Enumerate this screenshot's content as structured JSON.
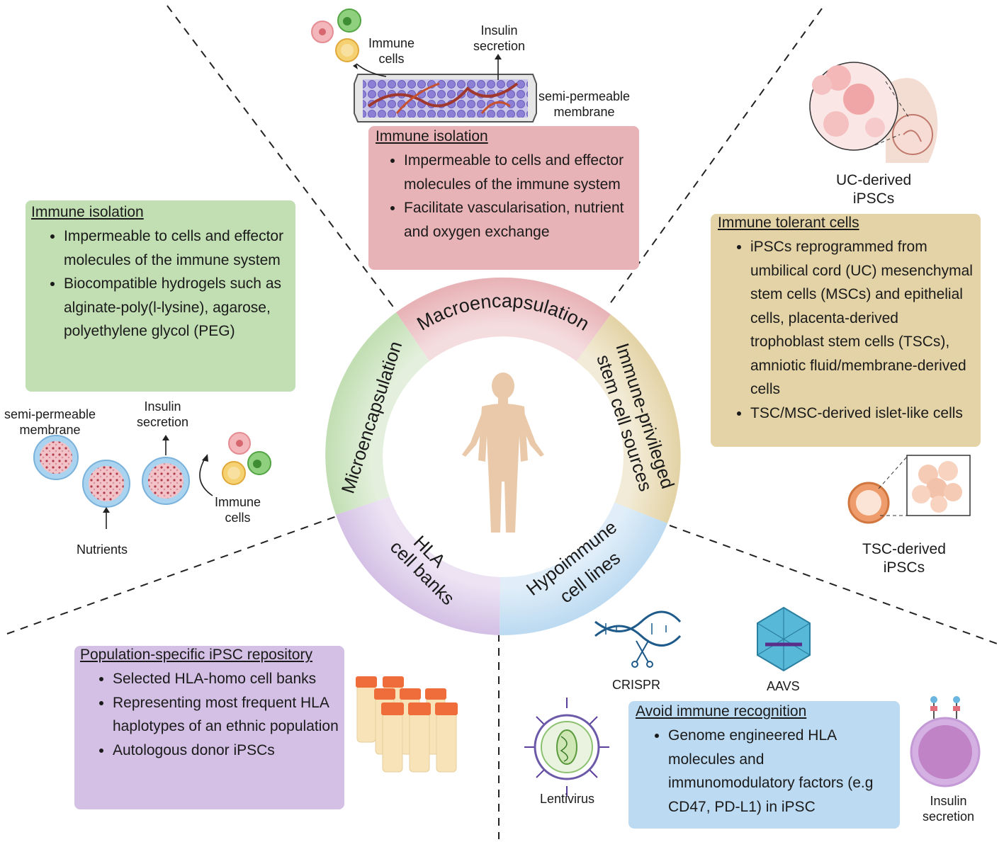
{
  "colors": {
    "macro": "#e8b3b7",
    "micro": "#c2deb3",
    "tolerant": "#e3d3a6",
    "hla": "#d4c0e5",
    "hypo": "#bcdaf1",
    "body": "#e9c9a9"
  },
  "ring": {
    "macro": "Macroencapsulation",
    "micro": "Microencapsulation",
    "priv_line1": "Immune-privileged",
    "priv_line2": "stem cell sources",
    "hla_line1": "HLA",
    "hla_line2": "cell banks",
    "hypo_line1": "Hypoimmune",
    "hypo_line2": "cell lines"
  },
  "macro": {
    "immune_cells": [
      "Immune",
      "cells"
    ],
    "insulin": [
      "Insulin",
      "secretion"
    ],
    "membrane": [
      "semi-permeable",
      "membrane"
    ],
    "box": {
      "title": "Immune isolation",
      "items": [
        "Impermeable to cells and effector molecules of the immune system",
        "Facilitate vascularisation, nutrient and oxygen exchange"
      ]
    }
  },
  "micro": {
    "box": {
      "title": "Immune isolation",
      "items": [
        "Impermeable to cells and effector molecules of the immune system",
        "Biocompatible hydrogels such as alginate-poly(l-lysine), agarose, polyethylene glycol (PEG)"
      ]
    },
    "membrane": [
      "semi-permeable",
      "membrane"
    ],
    "insulin": [
      "Insulin",
      "secretion"
    ],
    "immune_cells": [
      "Immune",
      "cells"
    ],
    "nutrients": "Nutrients"
  },
  "tolerant": {
    "uc_label": [
      "UC-derived",
      "iPSCs"
    ],
    "box": {
      "title": "Immune tolerant cells",
      "items": [
        " iPSCs reprogrammed from umbilical cord (UC) mesenchymal stem cells (MSCs) and epithelial cells, placenta-derived trophoblast stem cells (TSCs), amniotic fluid/membrane-derived cells",
        "TSC/MSC-derived islet-like cells"
      ]
    },
    "tsc_label": [
      "TSC-derived",
      "iPSCs"
    ]
  },
  "hla": {
    "box": {
      "title": "Population-specific iPSC repository",
      "items": [
        "Selected HLA-homo cell banks",
        "Representing most frequent HLA haplotypes of an ethnic population",
        " Autologous donor iPSCs"
      ]
    }
  },
  "hypo": {
    "crispr": "CRISPR",
    "aavs": "AAVS",
    "lentivirus": "Lentivirus",
    "insulin": [
      "Insulin",
      "secretion"
    ],
    "box": {
      "title": "Avoid immune recognition",
      "items": [
        "Genome engineered HLA molecules and immunomodulatory factors (e.g CD47, PD-L1) in iPSC"
      ]
    }
  }
}
